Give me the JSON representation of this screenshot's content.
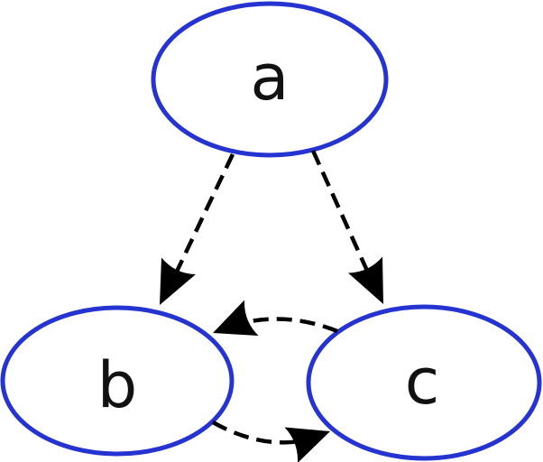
{
  "diagram": {
    "type": "directed-graph",
    "background_color": "#ffffff",
    "node_outline_color": "#2533d1",
    "node_fill_color": "#ffffff",
    "edge_color": "#000000",
    "label_color": "#111111",
    "edge_line_style": "dashed",
    "nodes": [
      {
        "id": "a",
        "label": "a"
      },
      {
        "id": "b",
        "label": "b"
      },
      {
        "id": "c",
        "label": "c"
      }
    ],
    "edges": [
      {
        "from": "a",
        "to": "b",
        "style": "dashed",
        "shape": "straight"
      },
      {
        "from": "a",
        "to": "c",
        "style": "dashed",
        "shape": "straight"
      },
      {
        "from": "c",
        "to": "b",
        "style": "dashed",
        "shape": "curved-up"
      },
      {
        "from": "b",
        "to": "c",
        "style": "dashed",
        "shape": "curved-down"
      }
    ]
  }
}
